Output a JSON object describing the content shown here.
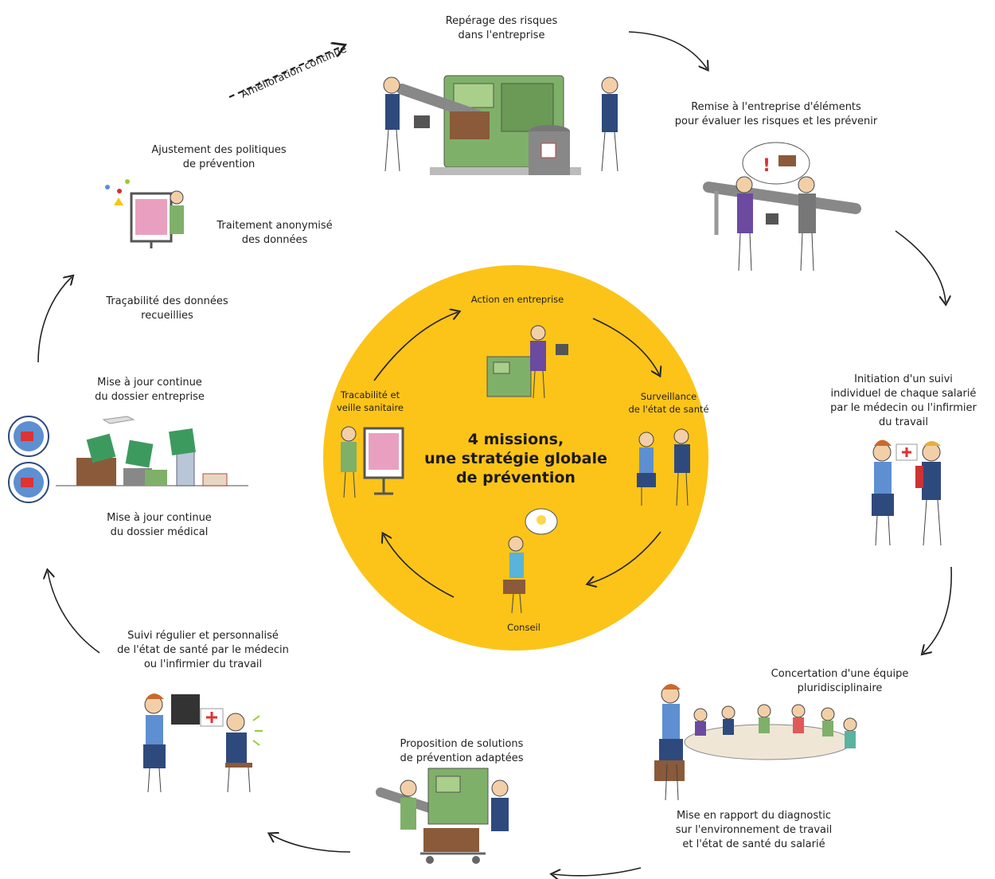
{
  "colors": {
    "yellow": "#fcc419",
    "accent_green": "#7fb069",
    "navy": "#2e4a7d",
    "purple": "#6b4aa0",
    "brown": "#8a5a3a"
  },
  "continuous_improvement": "Amélioration continue",
  "center": {
    "title": "4 missions,\nune stratégie globale\nde prévention",
    "missions": {
      "action": "Action en entreprise",
      "surveillance": "Surveillance\nde l'état de santé",
      "conseil": "Conseil",
      "tracabilite": "Tracabilité et\nveille sanitaire"
    }
  },
  "outer": {
    "reperage": "Repérage des risques\ndans l'entreprise",
    "remise": "Remise à l'entreprise d'éléments\npour évaluer les risques et les prévenir",
    "initiation": "Initiation d'un suivi\nindividuel de chaque salarié\npar le médecin ou l'infirmier\ndu travail",
    "concertation": "Concertation d'une équipe\npluridisciplinaire",
    "mise_en_rapport": "Mise en rapport du diagnostic\nsur l'environnement de travail\net l'état de santé du salarié",
    "proposition": "Proposition de solutions\nde prévention adaptées",
    "suivi": "Suivi régulier et personnalisé\nde l'état de santé par le médecin\nou l'infirmier du travail",
    "dossier_medical": "Mise à jour continue\ndu dossier médical",
    "dossier_entreprise": "Mise à jour continue\ndu dossier entreprise",
    "tracabilite_donnees": "Traçabilité des données\nrecueillies",
    "traitement": "Traitement anonymisé\ndes données",
    "ajustement": "Ajustement des politiques\nde prévention"
  }
}
